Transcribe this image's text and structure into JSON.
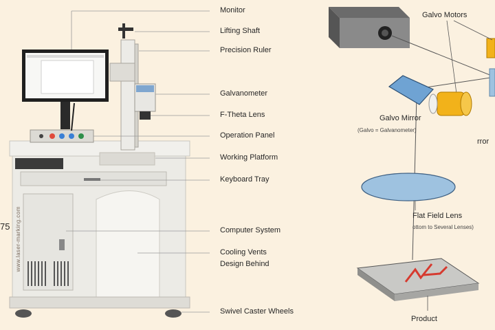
{
  "machine_labels": {
    "monitor": "Monitor",
    "lifting_shaft": "Lifting Shaft",
    "precision_ruler": "Precision Ruler",
    "galvanometer": "Galvanometer",
    "f_theta_lens": "F-Theta Lens",
    "operation_panel": "Operation Panel",
    "working_platform": "Working Platform",
    "keyboard_tray": "Keyboard Tray",
    "computer_system": "Computer System",
    "cooling_vents": "Cooling Vents",
    "design_behind": "Design Behind",
    "swivel_caster_wheels": "Swivel Caster Wheels"
  },
  "optics_labels": {
    "galvo_motors": "Galvo Motors",
    "galvo_mirror": "Galvo Mirror",
    "galvo_mirror_note": "(Galvo = Galvanometer)",
    "mirror_partial": "rror",
    "flat_field_lens": "Flat Field Lens",
    "flat_field_note": "ottom to Several Lenses)",
    "product": "Product"
  },
  "edge_text": {
    "left_number": "75",
    "watermark": "www.laser-marking.com"
  },
  "colors": {
    "background": "#fbf1e0",
    "machine_body": "#ecebe6",
    "lens": "#9ec2e0",
    "laser_motor": "#f2b21a",
    "beam": "#d63a2f"
  }
}
